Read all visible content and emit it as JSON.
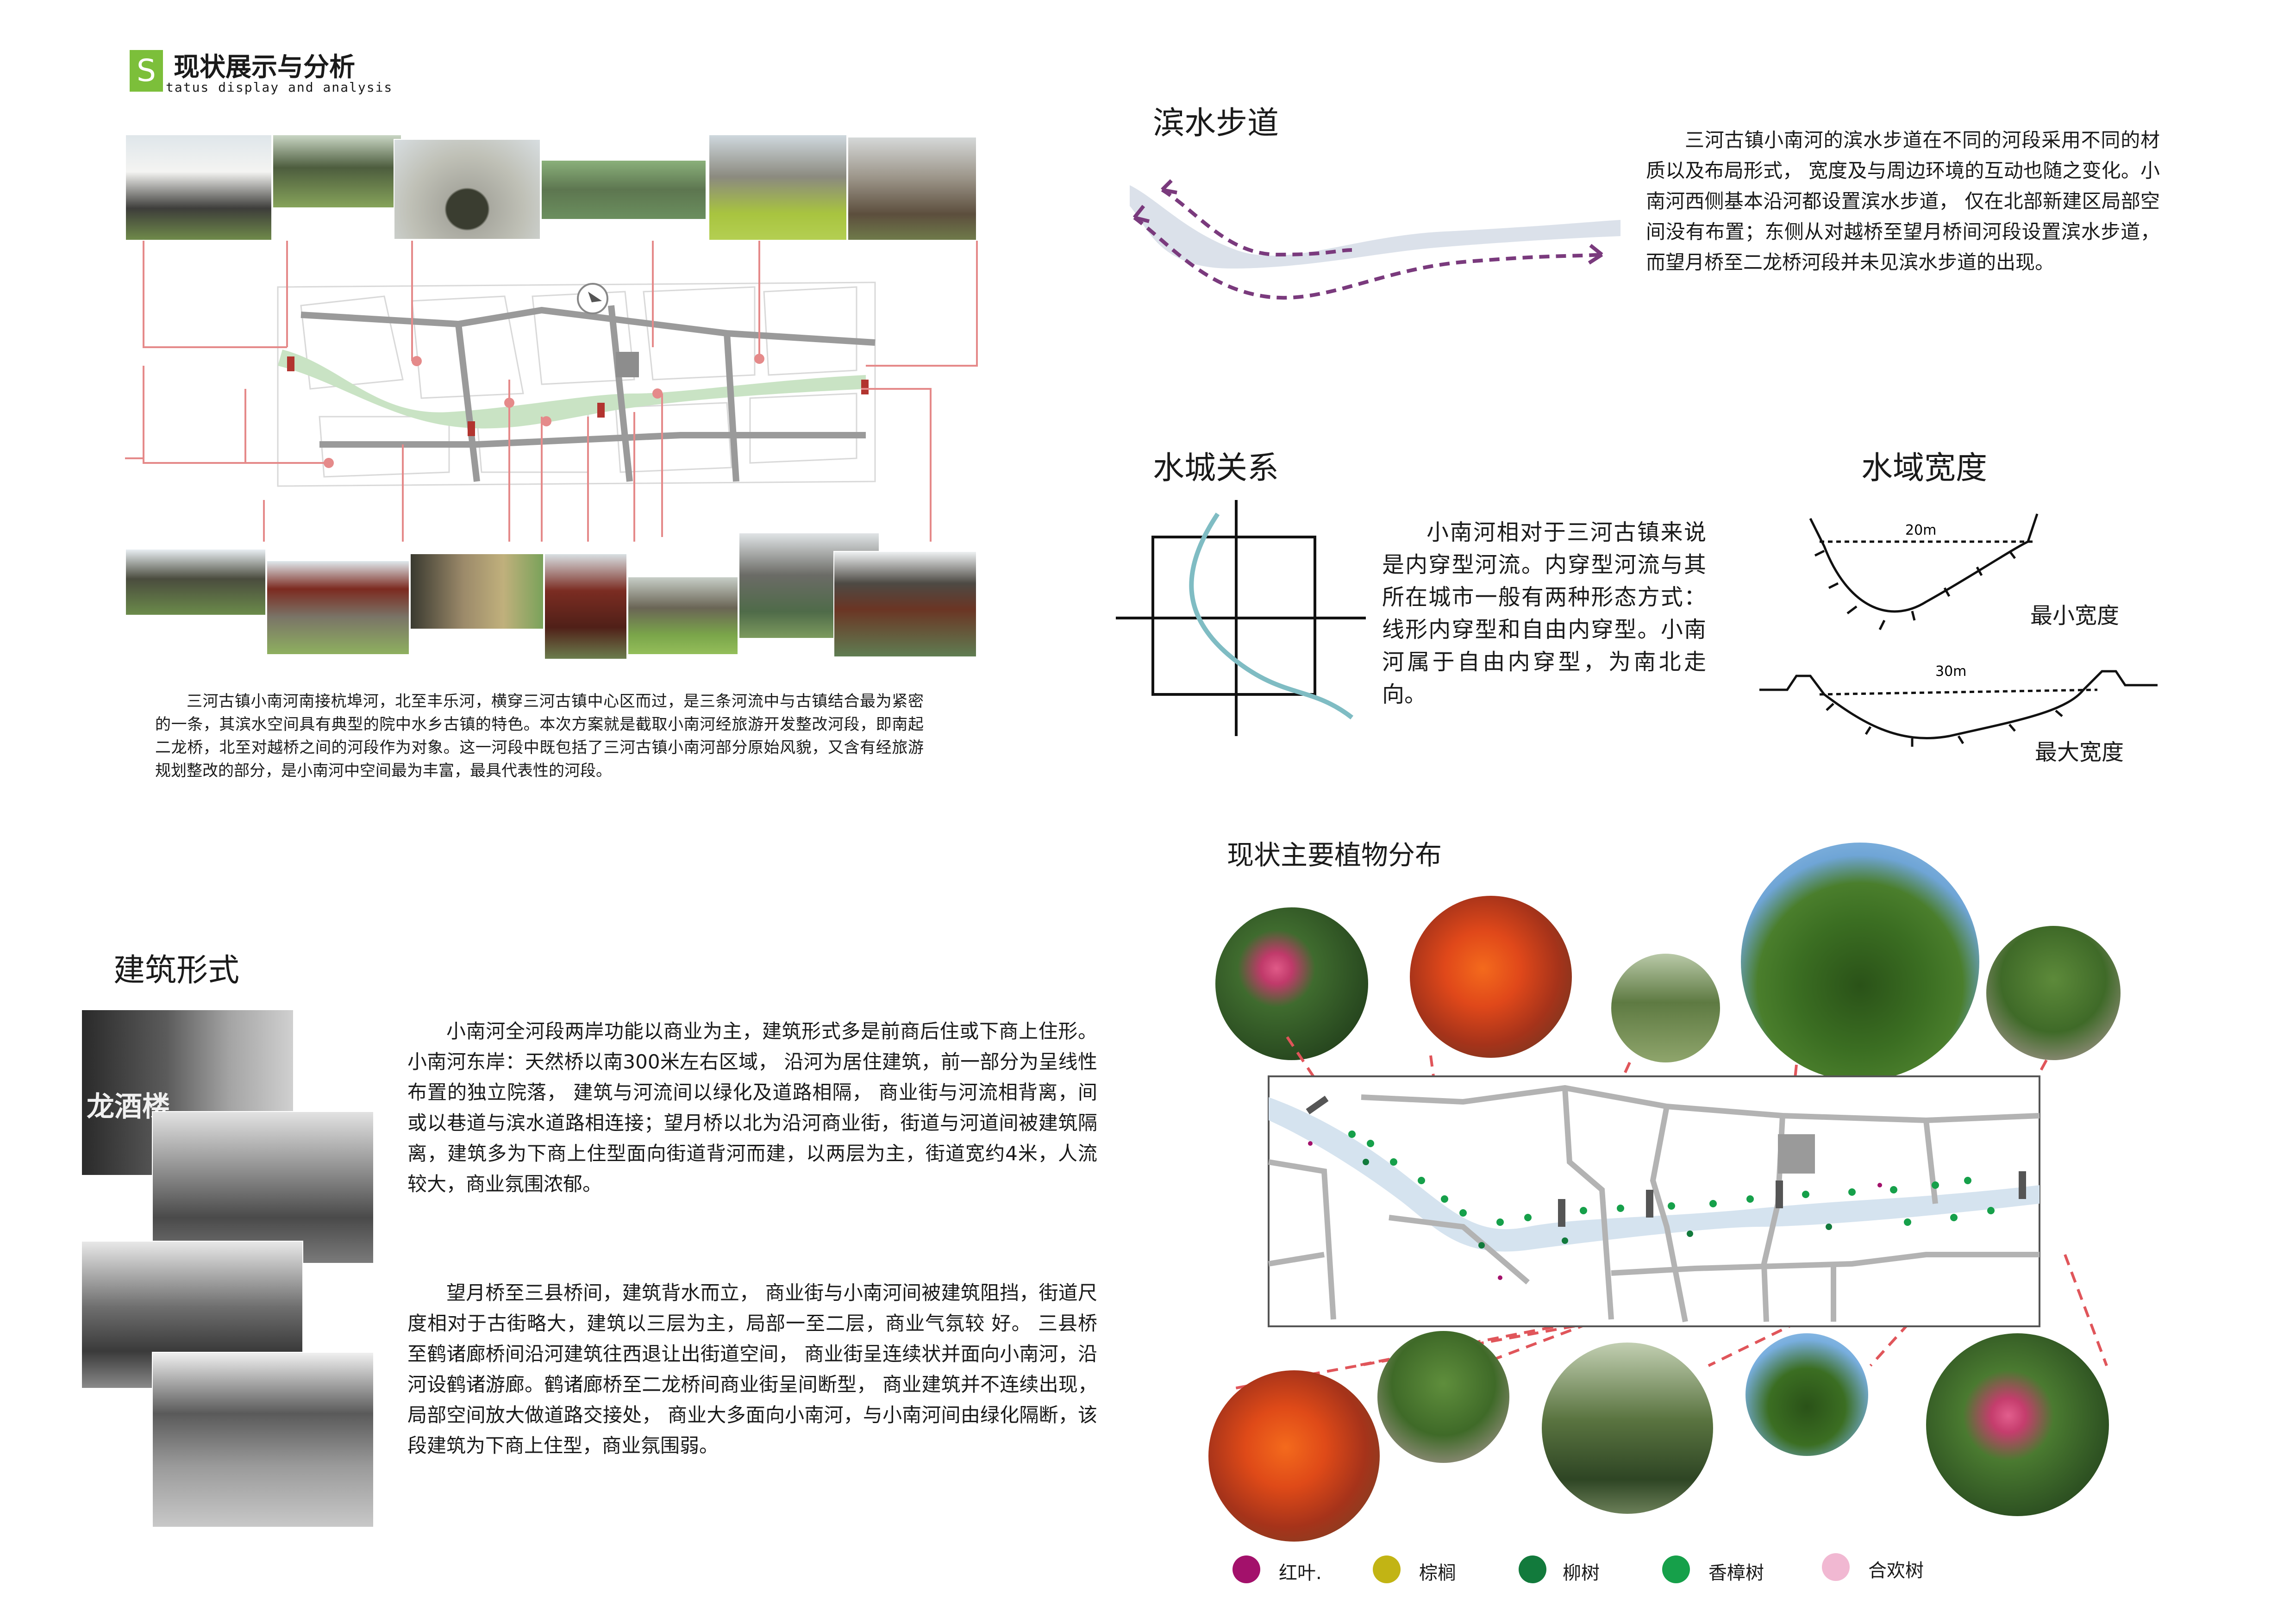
{
  "header": {
    "logo_letter": "S",
    "title": "现状展示与分析",
    "subtitle": "tatus display and analysis"
  },
  "intro": {
    "paragraph": "三河古镇小南河南接杭埠河，北至丰乐河，横穿三河古镇中心区而过，是三条河流中与古镇结合最为紧密的一条，其滨水空间具有典型的院中水乡古镇的特色。本次方案就是截取小南河经旅游开发整改河段，即南起二龙桥，北至对越桥之间的河段作为对象。这一河段中既包括了三河古镇小南河部分原始风貌，又含有经旅游规划整改的部分，是小南河中空间最为丰富，最具代表性的河段。"
  },
  "architecture": {
    "title": "建筑形式",
    "para1": "小南河全河段两岸功能以商业为主，建筑形式多是前商后住或下商上住形。 小南河东岸：天然桥以南300米左右区域， 沿河为居住建筑，前一部分为呈线性布置的独立院落， 建筑与河流间以绿化及道路相隔， 商业街与河流相背离，间或以巷道与滨水道路相连接；望月桥以北为沿河商业街，街道与河道间被建筑隔离，建筑多为下商上住型面向街道背河而建，以两层为主，街道宽约4米，人流较大，商业氛围浓郁。",
    "para2": "望月桥至三县桥间，建筑背水而立， 商业街与小南河间被建筑阻挡，街道尺度相对于古街略大，建筑以三层为主，局部一至二层，商业气氛较 好。 三县桥至鹤诸廊桥间沿河建筑往西退让出街道空间， 商业街呈连续状并面向小南河，沿河设鹤诸游廊。鹤诸廊桥至二龙桥间商业街呈间断型， 商业建筑并不连续出现，局部空间放大做道路交接处， 商业大多面向小南河，与小南河间由绿化隔断，该段建筑为下商上住型，商业氛围弱。",
    "sign_text": "龙酒楼"
  },
  "waterfront": {
    "title": "滨水步道",
    "paragraph": "三河古镇小南河的滨水步道在不同的河段采用不同的材质以及布局形式， 宽度及与周边环境的互动也随之变化。小南河西侧基本沿河都设置滨水步道， 仅在北部新建区局部空间没有布置；东侧从对越桥至望月桥间河段设置滨水步道， 而望月桥至二龙桥河段并未见滨水步道的出现。"
  },
  "water_city": {
    "title": "水城关系",
    "paragraph": "小南河相对于三河古镇来说是内穿型河流。内穿型河流与其所在城市一般有两种形态方式：线形内穿型和自由内穿型。小南河属于自由内穿型，为南北走向。"
  },
  "water_width": {
    "title": "水域宽度",
    "min_dim": "20m",
    "min_label": "最小宽度",
    "max_dim": "30m",
    "max_label": "最大宽度"
  },
  "plants": {
    "title": "现状主要植物分布",
    "legend": [
      {
        "label": "红叶.",
        "color": "#a3116b"
      },
      {
        "label": "棕榈",
        "color": "#c2b414"
      },
      {
        "label": "柳树",
        "color": "#127a3c"
      },
      {
        "label": "香樟树",
        "color": "#16a04a"
      },
      {
        "label": "合欢树",
        "color": "#f1b8d2"
      }
    ]
  }
}
